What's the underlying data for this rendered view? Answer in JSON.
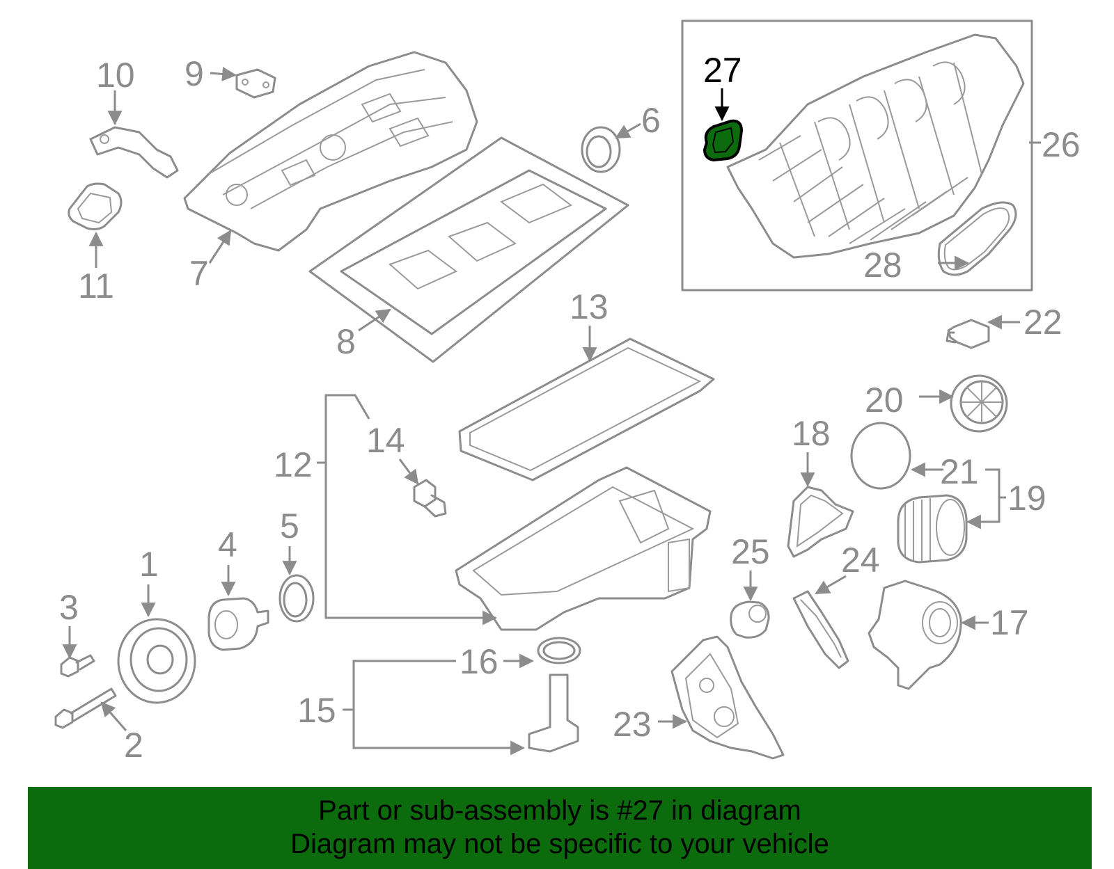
{
  "diagram": {
    "callouts": [
      "1",
      "2",
      "3",
      "4",
      "5",
      "6",
      "7",
      "8",
      "9",
      "10",
      "11",
      "12",
      "13",
      "14",
      "15",
      "16",
      "17",
      "18",
      "19",
      "20",
      "21",
      "22",
      "23",
      "24",
      "25",
      "26",
      "27",
      "28"
    ],
    "highlighted_callout": "27",
    "highlight_color": "#0c6b0c",
    "line_color": "#8c8c8c"
  },
  "banner": {
    "line1": "Part or sub-assembly is #27 in diagram",
    "line2": "Diagram may not be specific to your vehicle",
    "background": "#0c6b0c"
  }
}
